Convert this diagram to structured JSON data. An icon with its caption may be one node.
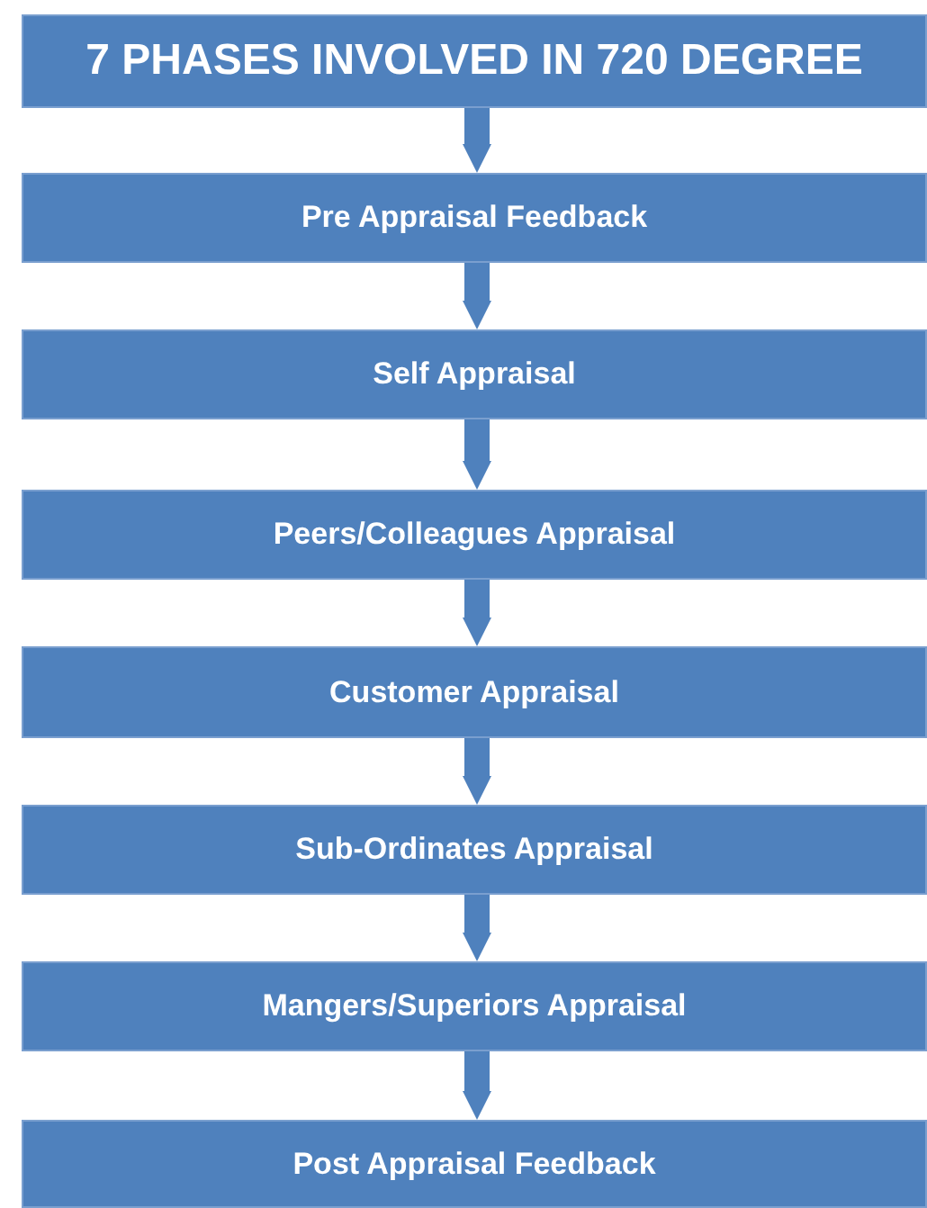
{
  "diagram": {
    "nodes": [
      {
        "text": [
          "7 PHASES INVOLVED IN 720 DEGREE"
        ]
      },
      {
        "text": [
          "Pre Appraisal Feedback"
        ]
      },
      {
        "text": [
          "Self Appraisal"
        ]
      },
      {
        "text": [
          "Peers/Colleagues Appraisal"
        ]
      },
      {
        "text": [
          "Customer Appraisal"
        ]
      },
      {
        "text": [
          "Sub-Ordinates Appraisal"
        ]
      },
      {
        "text": [
          "Mangers/Superiors Appraisal"
        ]
      },
      {
        "text": [
          "Post Appraisal Feedback"
        ]
      }
    ],
    "edges": [
      {
        "from": 0,
        "to": 1,
        "arrow": "to"
      },
      {
        "from": 1,
        "to": 2,
        "arrow": "to"
      },
      {
        "from": 2,
        "to": 3,
        "arrow": "to"
      },
      {
        "from": 3,
        "to": 4,
        "arrow": "to"
      },
      {
        "from": 4,
        "to": 5,
        "arrow": "to"
      },
      {
        "from": 5,
        "to": 6,
        "arrow": "to"
      },
      {
        "from": 6,
        "to": 7,
        "arrow": "to"
      }
    ]
  }
}
